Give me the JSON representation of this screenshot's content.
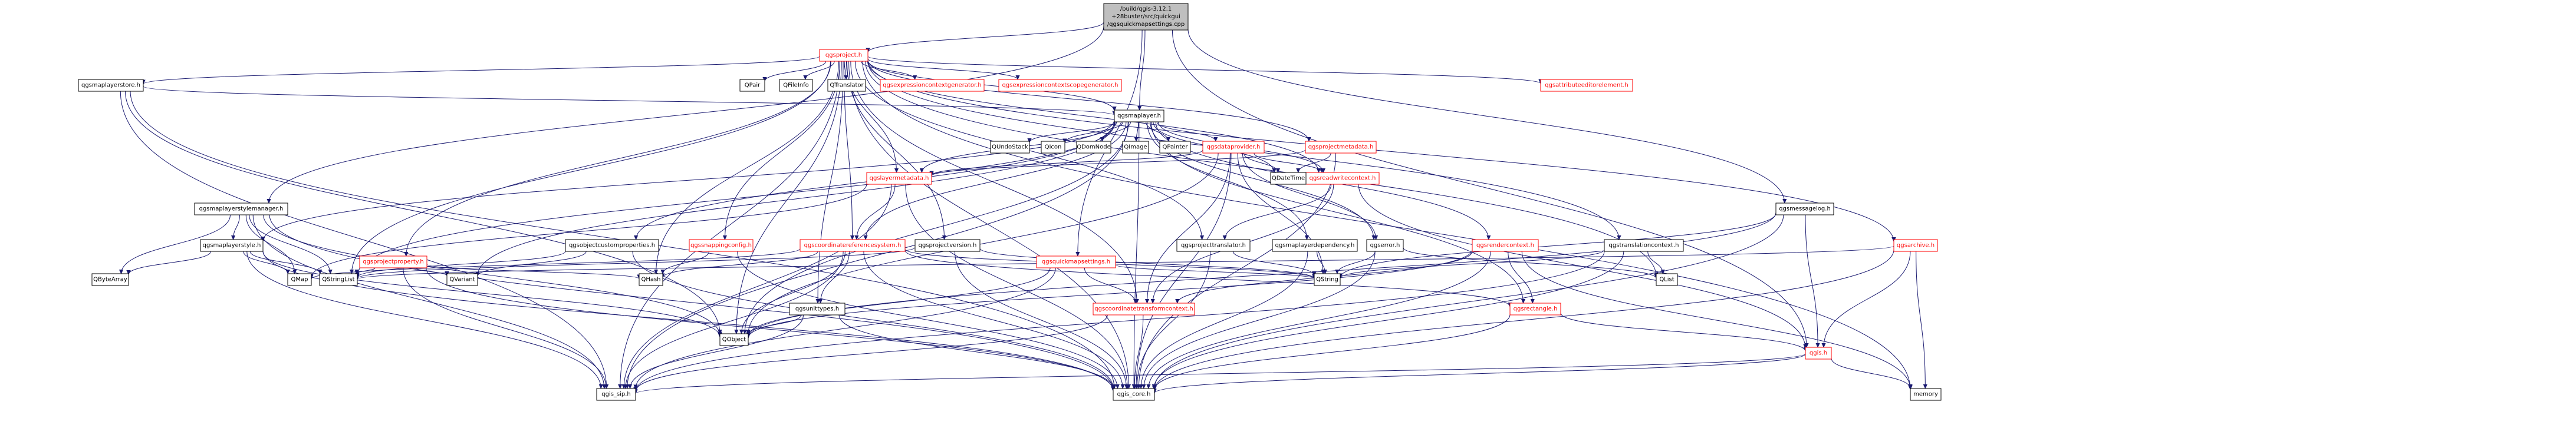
{
  "graph": {
    "colors": {
      "node_fill": "#ffffff",
      "root_fill": "#bfbfbf",
      "node_border": "#000000",
      "red_node_border": "#ff0000",
      "edge": "#191970"
    },
    "nodes": {
      "root": {
        "lines": [
          "/build/qgis-3.12.1",
          "+28buster/src/quickgui",
          "/qgsquickmapsettings.cpp"
        ],
        "style": "root"
      },
      "qgsquickmapsettings_h": {
        "lines": [
          "qgsquickmapsettings.h"
        ],
        "style": "red"
      },
      "qgsproject_h": {
        "lines": [
          "qgsproject.h"
        ],
        "style": "red"
      },
      "qgsmaplayer_h": {
        "lines": [
          "qgsmaplayer.h"
        ],
        "style": "plain"
      },
      "qgsmaplayerstylemanager_h": {
        "lines": [
          "qgsmaplayerstylemanager.h"
        ],
        "style": "plain"
      },
      "qgsmessagelog_h": {
        "lines": [
          "qgsmessagelog.h"
        ],
        "style": "plain"
      },
      "qgis_h": {
        "lines": [
          "qgis.h"
        ],
        "style": "red"
      },
      "qgsmaplayerstore_h": {
        "lines": [
          "qgsmaplayerstore.h"
        ],
        "style": "plain"
      },
      "QPair": {
        "lines": [
          "QPair"
        ],
        "style": "plain"
      },
      "QFileInfo": {
        "lines": [
          "QFileInfo"
        ],
        "style": "plain"
      },
      "QTranslator": {
        "lines": [
          "QTranslator"
        ],
        "style": "plain"
      },
      "qgsexpressioncontextgenerator_h": {
        "lines": [
          "qgsexpressioncontextgenerator.h"
        ],
        "style": "red"
      },
      "qgsexpressioncontextscopegenerator_h": {
        "lines": [
          "qgsexpressioncontextscopegenerator.h"
        ],
        "style": "red"
      },
      "qgsattributeeditorelement_h": {
        "lines": [
          "qgsattributeeditorelement.h"
        ],
        "style": "red"
      },
      "QUndoStack": {
        "lines": [
          "QUndoStack"
        ],
        "style": "plain"
      },
      "QIcon": {
        "lines": [
          "QIcon"
        ],
        "style": "plain"
      },
      "QDomNode": {
        "lines": [
          "QDomNode"
        ],
        "style": "plain"
      },
      "QImage": {
        "lines": [
          "QImage"
        ],
        "style": "plain"
      },
      "QPainter": {
        "lines": [
          "QPainter"
        ],
        "style": "plain"
      },
      "qgsdataprovider_h": {
        "lines": [
          "qgsdataprovider.h"
        ],
        "style": "red"
      },
      "qgsprojectmetadata_h": {
        "lines": [
          "qgsprojectmetadata.h"
        ],
        "style": "red"
      },
      "qgslayermetadata_h": {
        "lines": [
          "qgslayermetadata.h"
        ],
        "style": "red"
      },
      "qgsreadwritecontext_h": {
        "lines": [
          "qgsreadwritecontext.h"
        ],
        "style": "red"
      },
      "QDateTime": {
        "lines": [
          "QDateTime"
        ],
        "style": "plain"
      },
      "qgsmaplayerstyle_h": {
        "lines": [
          "qgsmaplayerstyle.h"
        ],
        "style": "plain"
      },
      "qgsobjectcustomproperties_h": {
        "lines": [
          "qgsobjectcustomproperties.h"
        ],
        "style": "plain"
      },
      "qgsprojectproperty_h": {
        "lines": [
          "qgsprojectproperty.h"
        ],
        "style": "red"
      },
      "qgssnappingconfig_h": {
        "lines": [
          "qgssnappingconfig.h"
        ],
        "style": "red"
      },
      "qgscoordinatereferencesystem_h": {
        "lines": [
          "qgscoordinatereferencesystem.h"
        ],
        "style": "red"
      },
      "qgsprojectversion_h": {
        "lines": [
          "qgsprojectversion.h"
        ],
        "style": "plain"
      },
      "qgsprojecttranslator_h": {
        "lines": [
          "qgsprojecttranslator.h"
        ],
        "style": "plain"
      },
      "qgsmaplayerdependency_h": {
        "lines": [
          "qgsmaplayerdependency.h"
        ],
        "style": "plain"
      },
      "qgserror_h": {
        "lines": [
          "qgserror.h"
        ],
        "style": "plain"
      },
      "qgsrendercontext_h": {
        "lines": [
          "qgsrendercontext.h"
        ],
        "style": "red"
      },
      "qgstranslationcontext_h": {
        "lines": [
          "qgstranslationcontext.h"
        ],
        "style": "plain"
      },
      "qgsarchive_h": {
        "lines": [
          "qgsarchive.h"
        ],
        "style": "red"
      },
      "QByteArray": {
        "lines": [
          "QByteArray"
        ],
        "style": "plain"
      },
      "QMap": {
        "lines": [
          "QMap"
        ],
        "style": "plain"
      },
      "QStringList": {
        "lines": [
          "QStringList"
        ],
        "style": "plain"
      },
      "QVariant": {
        "lines": [
          "QVariant"
        ],
        "style": "plain"
      },
      "QHash": {
        "lines": [
          "QHash"
        ],
        "style": "plain"
      },
      "qgsunittypes_h": {
        "lines": [
          "qgsunittypes.h"
        ],
        "style": "plain"
      },
      "QString": {
        "lines": [
          "QString"
        ],
        "style": "plain"
      },
      "qgscoordinatetransformcontext_h": {
        "lines": [
          "qgscoordinatetransformcontext.h"
        ],
        "style": "red"
      },
      "qgsrectangle_h": {
        "lines": [
          "qgsrectangle.h"
        ],
        "style": "red"
      },
      "QList": {
        "lines": [
          "QList"
        ],
        "style": "plain"
      },
      "QObject": {
        "lines": [
          "QObject"
        ],
        "style": "plain"
      },
      "qgis_sip_h": {
        "lines": [
          "qgis_sip.h"
        ],
        "style": "plain"
      },
      "qgis_core_h": {
        "lines": [
          "qgis_core.h"
        ],
        "style": "plain"
      },
      "memory": {
        "lines": [
          "memory"
        ],
        "style": "plain"
      }
    }
  }
}
